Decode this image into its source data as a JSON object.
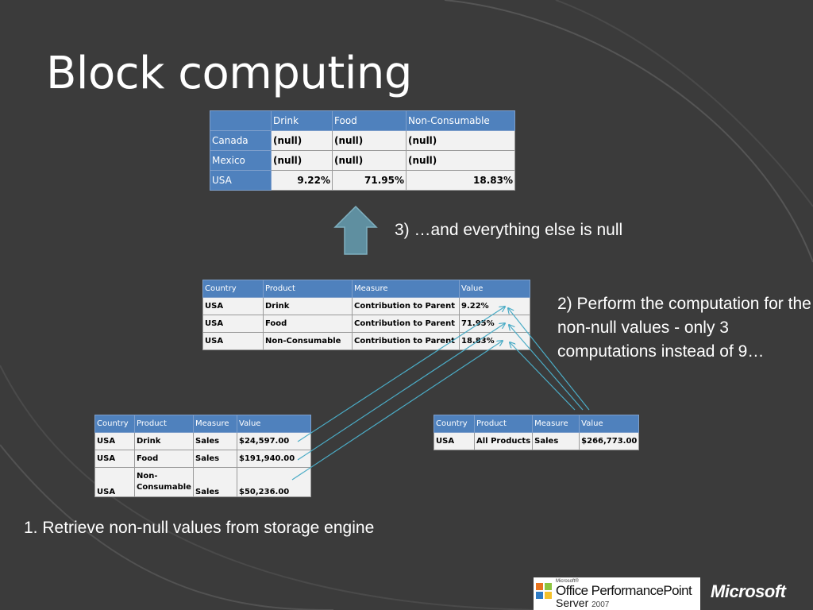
{
  "slide": {
    "title": "Block computing",
    "notes": {
      "step3": "3) …and everything else is null",
      "step2": "2) Perform the computation for the non-null values - only 3 computations instead of 9…",
      "step1": "1. Retrieve non-null values from storage engine"
    }
  },
  "pivot_table": {
    "headers": [
      "",
      "Drink",
      "Food",
      "Non-Consumable"
    ],
    "rows": [
      {
        "label": "Canada",
        "values": [
          "(null)",
          "(null)",
          "(null)"
        ]
      },
      {
        "label": "Mexico",
        "values": [
          "(null)",
          "(null)",
          "(null)"
        ]
      },
      {
        "label": "USA",
        "values": [
          "9.22%",
          "71.95%",
          "18.83%"
        ]
      }
    ]
  },
  "contribution_table": {
    "headers": [
      "Country",
      "Product",
      "Measure",
      "Value"
    ],
    "rows": [
      [
        "USA",
        "Drink",
        "Contribution to Parent",
        "9.22%"
      ],
      [
        "USA",
        "Food",
        "Contribution to Parent",
        "71.95%"
      ],
      [
        "USA",
        "Non-Consumable",
        "Contribution to Parent",
        "18.83%"
      ]
    ]
  },
  "sales_table": {
    "headers": [
      "Country",
      "Product",
      "Measure",
      "Value"
    ],
    "rows": [
      [
        "USA",
        "Drink",
        "Sales",
        "$24,597.00"
      ],
      [
        "USA",
        "Food",
        "Sales",
        "$191,940.00"
      ],
      [
        "USA",
        "Non-Consumable",
        "Sales",
        "$50,236.00"
      ]
    ]
  },
  "all_products_table": {
    "headers": [
      "Country",
      "Product",
      "Measure",
      "Value"
    ],
    "rows": [
      [
        "USA",
        "All Products",
        "Sales",
        "$266,773.00"
      ]
    ]
  },
  "footer": {
    "logo_small": "Microsoft®",
    "logo_line1": "Office PerformancePoint",
    "logo_line2": "Server",
    "logo_year": "2007",
    "brand": "Microsoft"
  },
  "colors": {
    "background": "#3b3b3b",
    "header_blue": "#4f81bd",
    "cell_gray": "#f2f2f2",
    "arrow_teal": "#5f8fa0",
    "connector_blue": "#4bacc6"
  },
  "icons": [
    "up-arrow-icon",
    "office-logo-icon"
  ]
}
